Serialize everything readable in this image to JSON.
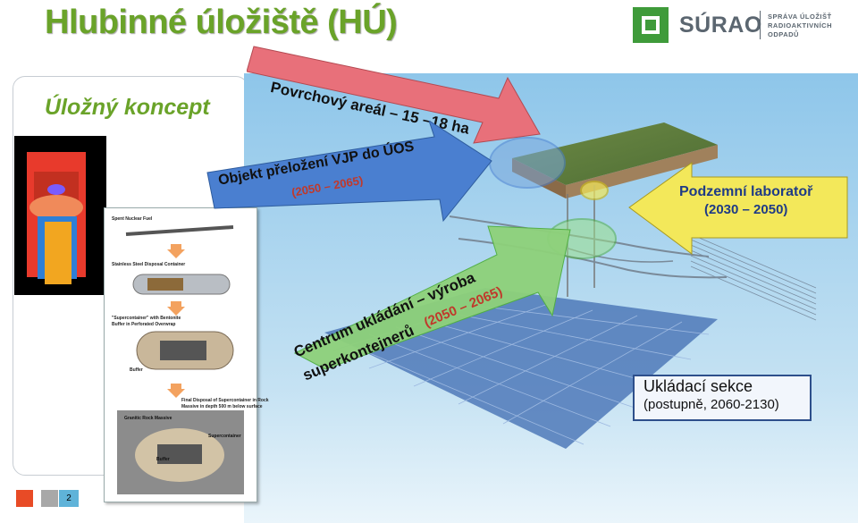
{
  "title": "Hlubinné úložiště (HÚ)",
  "subtitle": "Úložný koncept",
  "logo": {
    "name": "SÚRAO",
    "line1": "SPRÁVA ÚLOŽIŠŤ",
    "line2": "RADIOAKTIVNÍCH",
    "line3": "ODPADŮ"
  },
  "arrows": {
    "surface": {
      "label": "Povrchový areál – 15 –18 ha",
      "color": "#e8707a"
    },
    "transfer": {
      "label": "Objekt přeložení VJP do ÚOS",
      "years": "(2050 – 2065)",
      "color": "#4a7fd0"
    },
    "lab": {
      "label": "Podzemní laboratoř",
      "years": "(2030 – 2050)",
      "color": "#f3e85a"
    },
    "center": {
      "label_line1": "Centrum ukládání – výroba",
      "label_line2": "superkontejnerů",
      "years": "(2050 – 2065)",
      "color": "#8ed17a"
    }
  },
  "section": {
    "label": "Ukládací sekce",
    "years": "(postupně, 2060-2130)"
  },
  "fuel_panel": {
    "step1": "Spent Nuclear Fuel",
    "step2": "Stainless Steel Disposal Container",
    "step3a": "\"Supercontainer\" with Bentonite",
    "step3b": "Buffer in Perforated Overwrap",
    "step3c": "Buffer",
    "step4a": "Final Disposal of Supercontainer in Rock",
    "step4b": "Massive in depth 500 m below surface",
    "step4c": "Granitic Rock Massive",
    "step4d": "Supercontainer",
    "step4e": "Buffer"
  },
  "footer": {
    "page": "2"
  }
}
